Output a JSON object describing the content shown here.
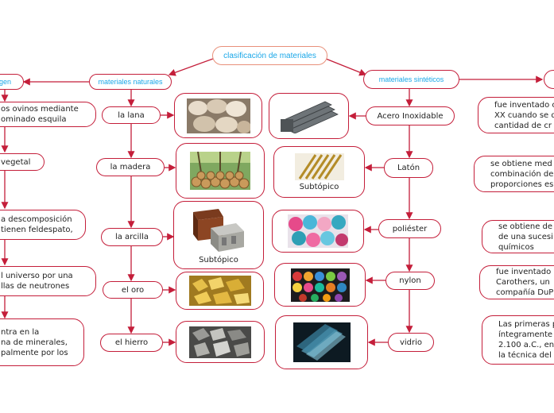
{
  "title": "clasificación de materiales",
  "left_partial": "gen",
  "natural": {
    "label": "materiales naturales",
    "items": [
      "la lana",
      "la madera",
      "la arcilla",
      "el oro",
      "el hierro"
    ],
    "caption": "Subtópico"
  },
  "synthetic": {
    "label": "materiales sintéticos",
    "items": [
      "Acero Inoxidable",
      "Latón",
      "poliéster",
      "nylon",
      "vidrio"
    ],
    "caption": "Subtópico"
  },
  "left_texts": [
    "os ovinos mediante\nominado esquila",
    "vegetal",
    "a descomposición\ntienen feldespato,",
    "l universo por una\nllas de neutrones",
    "ntra en la\nna de minerales,\npalmente por los"
  ],
  "right_texts": [
    "fue inventado c\nXX cuando se d\ncantidad de cr",
    "se obtiene med\ncombinación de\nproporciones es",
    "se obtiene de\nde una sucesi\nquímicos",
    "fue inventado\nCarothers, un\ncompañía DuP",
    "Las primeras p\níntegramente d\n2.100 a.C., en l\nla técnica del r"
  ],
  "colors": {
    "line": "#c41e3a",
    "accent": "#1aa7e8",
    "title_border": "#e8907a"
  }
}
